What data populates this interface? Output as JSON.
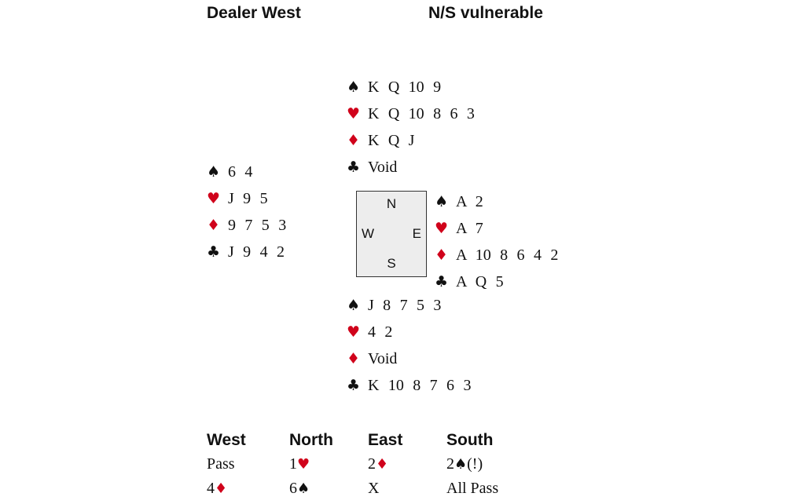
{
  "header": {
    "dealer": "Dealer West",
    "vulnerability": "N/S vulnerable"
  },
  "suits": [
    {
      "name": "spades",
      "symbol": "♠"
    },
    {
      "name": "hearts",
      "symbol": "♥"
    },
    {
      "name": "diamonds",
      "symbol": "♦"
    },
    {
      "name": "clubs",
      "symbol": "♣"
    }
  ],
  "hands": {
    "north": {
      "spades": "K Q 10 9",
      "hearts": "K Q 10 8 6 3",
      "diamonds": "K Q J",
      "clubs": "Void"
    },
    "west": {
      "spades": "6 4",
      "hearts": "J 9 5",
      "diamonds": "9 7 5 3",
      "clubs": "J 9 4 2"
    },
    "east": {
      "spades": "A 2",
      "hearts": "A 7",
      "diamonds": "A 10 8 6 4 2",
      "clubs": "A Q 5"
    },
    "south": {
      "spades": "J 8 7 5 3",
      "hearts": "4 2",
      "diamonds": "Void",
      "clubs": "K 10 8 7 6 3"
    }
  },
  "compass": {
    "north": "N",
    "east": "E",
    "south": "S",
    "west": "W"
  },
  "auction": {
    "headers": [
      "West",
      "North",
      "East",
      "South"
    ],
    "rows": [
      [
        {
          "text": "Pass",
          "suit": "",
          "suffix": ""
        },
        {
          "text": "1",
          "suit": "♥",
          "suffix": ""
        },
        {
          "text": "2",
          "suit": "♦",
          "suffix": ""
        },
        {
          "text": "2",
          "suit": "♠",
          "suffix": "(!)"
        }
      ],
      [
        {
          "text": "4",
          "suit": "♦",
          "suffix": ""
        },
        {
          "text": "6",
          "suit": "♠",
          "suffix": ""
        },
        {
          "text": "X",
          "suit": "",
          "suffix": ""
        },
        {
          "text": "All Pass",
          "suit": "",
          "suffix": ""
        }
      ]
    ]
  },
  "colors": {
    "red_suit": "#d0021b",
    "black_suit": "#111111"
  }
}
